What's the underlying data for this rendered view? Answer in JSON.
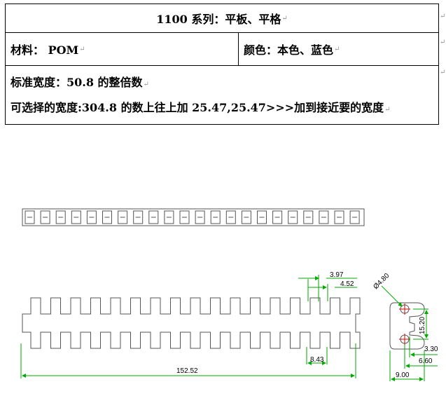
{
  "table": {
    "title": "1100 系列：平板、平格",
    "material": "材料：  POM",
    "color": "颜色：本色、蓝色",
    "width_std": "标准宽度：50.8 的整倍数",
    "width_opt": "可选择的宽度:304.8 的数上往上加 25.47,25.47>>>加到接近要的宽度"
  },
  "para_mark": "↵",
  "drawing": {
    "dims": {
      "top_397": "3.97",
      "top_452": "4.52",
      "pitch": "8.43",
      "width": "152.52",
      "hole": "Ø4.80",
      "h1520": "15.20",
      "d330": "3.30",
      "d660": "6.60",
      "d900": "9.00"
    },
    "colors": {
      "line": "#555555",
      "dim": "#00aa00",
      "hole": "#dd0000"
    }
  }
}
